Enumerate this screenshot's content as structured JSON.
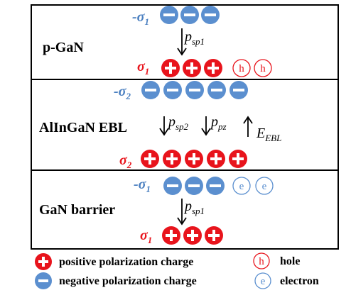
{
  "colors": {
    "positive": "#e8141c",
    "negative": "#5b8fcf",
    "sigma_positive_text": "#e8141c",
    "sigma_negative_text": "#4a7fc0",
    "hole_ring": "#e8141c",
    "electron_ring": "#5b8fcf",
    "box_border": "#000000"
  },
  "layers": [
    {
      "name": "p-GaN",
      "top_sigma": {
        "base": "-σ",
        "sub": "1"
      },
      "top_charges": {
        "type": "negative",
        "count": 3
      },
      "arrows": [
        {
          "direction": "down",
          "base": "p",
          "sub": "sp1"
        }
      ],
      "bottom_sigma": {
        "base": "σ",
        "sub": "1"
      },
      "bottom_charges": {
        "type": "positive",
        "count": 3
      },
      "carriers": {
        "type": "hole",
        "count": 2,
        "symbol": "h"
      }
    },
    {
      "name": "AlInGaN EBL",
      "top_sigma": {
        "base": "-σ",
        "sub": "2"
      },
      "top_charges": {
        "type": "negative",
        "count": 5
      },
      "arrows": [
        {
          "direction": "down",
          "base": "p",
          "sub": "sp2"
        },
        {
          "direction": "down",
          "base": "p",
          "sub": "pz"
        },
        {
          "direction": "up",
          "base": "E",
          "sub": "EBL"
        }
      ],
      "bottom_sigma": {
        "base": "σ",
        "sub": "2"
      },
      "bottom_charges": {
        "type": "positive",
        "count": 5
      }
    },
    {
      "name": "GaN barrier",
      "top_sigma": {
        "base": "-σ",
        "sub": "1"
      },
      "top_charges": {
        "type": "negative",
        "count": 3
      },
      "carriers": {
        "type": "electron",
        "count": 2,
        "symbol": "e"
      },
      "arrows": [
        {
          "direction": "down",
          "base": "p",
          "sub": "sp1"
        }
      ],
      "bottom_sigma": {
        "base": "σ",
        "sub": "1"
      },
      "bottom_charges": {
        "type": "positive",
        "count": 3
      }
    }
  ],
  "legend": {
    "positive_label": "positive polarization charge",
    "negative_label": "negative polarization charge",
    "hole_symbol": "h",
    "hole_label": "hole",
    "electron_symbol": "e",
    "electron_label": "electron"
  }
}
